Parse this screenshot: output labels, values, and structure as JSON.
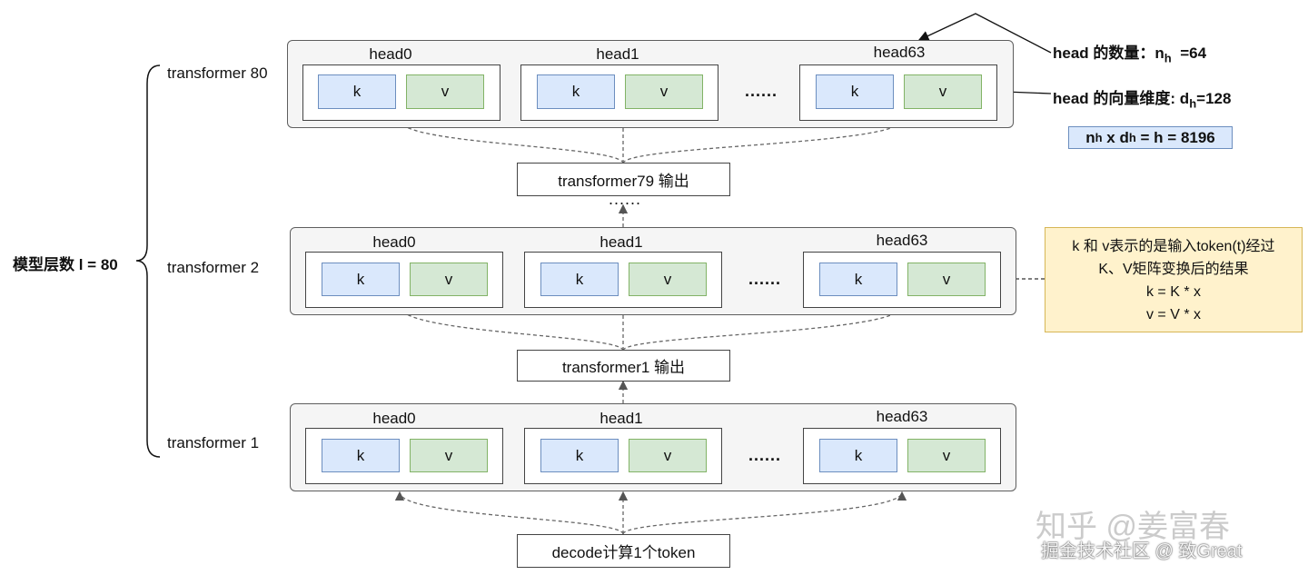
{
  "model_layers_label": "模型层数 l = 80",
  "layers": [
    {
      "name": "transformer 80",
      "heads": [
        {
          "label": "head0",
          "k": "k",
          "v": "v"
        },
        {
          "label": "head1",
          "k": "k",
          "v": "v"
        },
        {
          "label": "head63",
          "k": "k",
          "v": "v"
        }
      ],
      "dots": "......"
    },
    {
      "name": "transformer 2",
      "heads": [
        {
          "label": "head0",
          "k": "k",
          "v": "v"
        },
        {
          "label": "head1",
          "k": "k",
          "v": "v"
        },
        {
          "label": "head63",
          "k": "k",
          "v": "v"
        }
      ],
      "dots": "......"
    },
    {
      "name": "transformer 1",
      "heads": [
        {
          "label": "head0",
          "k": "k",
          "v": "v"
        },
        {
          "label": "head1",
          "k": "k",
          "v": "v"
        },
        {
          "label": "head63",
          "k": "k",
          "v": "v"
        }
      ],
      "dots": "......"
    }
  ],
  "outputs": {
    "t79": "transformer79 输出",
    "t1": "transformer1 输出",
    "decode": "decode计算1个token"
  },
  "between_dots": "......",
  "notes": {
    "head_count": {
      "prefix": "head 的数量：",
      "n": "n",
      "sub": "h",
      "suffix": "=64"
    },
    "head_dim": {
      "prefix": "head 的向量维度: ",
      "d": "d",
      "sub": "h",
      "suffix": "=128"
    },
    "formula": {
      "n": "n",
      "n_sub": "h",
      "x": " x ",
      "d": "d",
      "d_sub": "h",
      "rest": " = h = 8196"
    }
  },
  "callout_lines": [
    "k 和 v表示的是输入token(t)经过",
    "K、V矩阵变换后的结果",
    "k = K * x",
    "v = V * x"
  ],
  "watermark": {
    "zhihu": "知乎 @姜富春",
    "juejin": "掘金技术社区 @ 致Great"
  },
  "colors": {
    "k_fill": "#dae8fc",
    "v_fill": "#d5e8d4",
    "callout_fill": "#fff2cc",
    "highlight_border": "#b85450"
  }
}
